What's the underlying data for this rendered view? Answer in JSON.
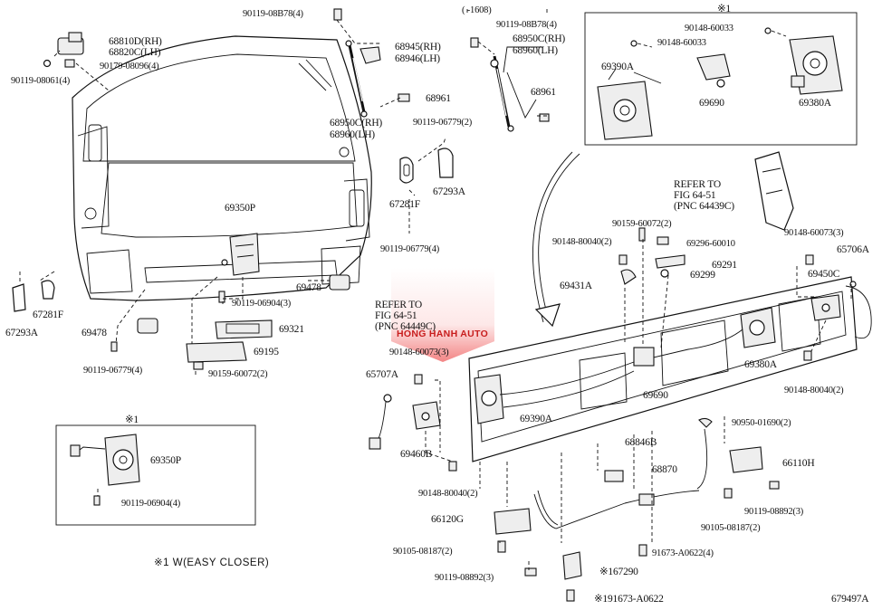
{
  "diagram": {
    "labels": {
      "p90119_08B78_left": "90119-08B78(4)",
      "p68810D": "68810D(RH)",
      "p68820C": "68820C(LH)",
      "p90179": "90179-08096(4)",
      "p90119_08061": "90119-08061(4)",
      "p68945": "68945(RH)",
      "p68946": "68946(LH)",
      "p68961_left": "68961",
      "p68950C_left": "68950C(RH)",
      "p68960_left": "68960(LH)",
      "p90119_06779_2": "90119-06779(2)",
      "p67281F_top": "67281F",
      "p67293A_top": "67293A",
      "p69350P": "69350P",
      "p90119_06779_4_top": "90119-06779(4)",
      "p69478_right": "69478",
      "p90119_06904_3": "90119-06904(3)",
      "p69321": "69321",
      "p69195": "69195",
      "p90159_60072_2_left": "90159-60072(2)",
      "p69478_left": "69478",
      "p90119_06779_4_bottom": "90119-06779(4)",
      "p67293A_left": "67293A",
      "p67281F_left": "67281F",
      "range_1608": "(      -1608)",
      "p90119_08B78_mid": "90119-08B78(4)",
      "p68950C_mid": "68950C(RH)",
      "p68960_mid": "68960(LH)",
      "p68961_mid": "68961",
      "box1_mark": "※1",
      "p90148_60033_a": "90148-60033",
      "p90148_60033_b": "90148-60033",
      "p69390A_box": "69390A",
      "p69690_box": "69690",
      "p69380A_box": "69380A",
      "refer1": "REFER TO",
      "refer2": "FIG 64-51",
      "refer3": "(PNC 64439C)",
      "p90159_60072_2_mid": "90159-60072(2)",
      "p90148_80040_2_top": "90148-80040(2)",
      "p69296": "69296-60010",
      "p69291": "69291",
      "p69299": "69299",
      "p69431A": "69431A",
      "p90148_60073_3_right": "90148-60073(3)",
      "p65706A": "65706A",
      "p69450C": "69450C",
      "p69380A_main": "69380A",
      "p90148_80040_2_right": "90148-80040(2)",
      "refer_wm1": "REFER TO",
      "refer_wm2": "FIG 64-51",
      "refer_wm3": "(PNC 64449C)",
      "p90148_60073_3_mid": "90148-60073(3)",
      "p65707A": "65707A",
      "p69390A_main": "69390A",
      "p69690_main": "69690",
      "p90950": "90950-01690(2)",
      "p69460B": "69460B",
      "p68846B": "68846B",
      "p68870": "68870",
      "p66110H": "66110H",
      "p90148_80040_2_bottom": "90148-80040(2)",
      "p90119_08892_3_right": "90119-08892(3)",
      "p66120G": "66120G",
      "p90105_08187_2_right": "90105-08187(2)",
      "p90105_08187_2_left": "90105-08187(2)",
      "p91673_A0622_4": "91673-A0622(4)",
      "p90119_08892_3_left": "90119-08892(3)",
      "p67290": "※167290",
      "p91673_A0622": "※191673-A0622",
      "fig_no": "679497A",
      "box2_mark": "※1",
      "p69350P_box": "69350P",
      "p90119_06904_4": "90119-06904(4)",
      "note": "※1 W(EASY CLOSER)"
    },
    "watermark": {
      "text": "HONG HANH AUTO",
      "color": "#c81d1d"
    }
  }
}
